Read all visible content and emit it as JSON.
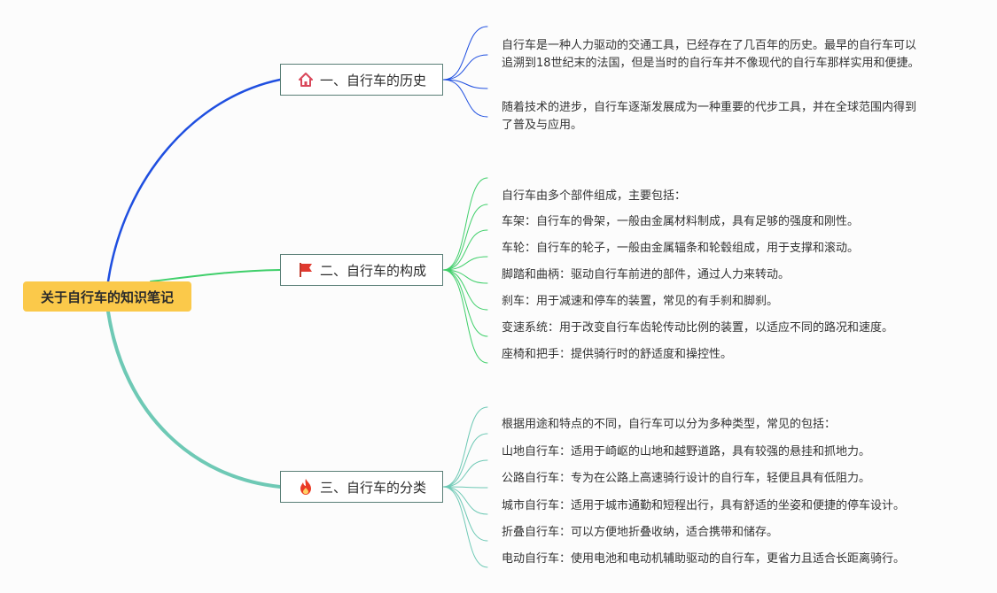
{
  "root": {
    "label": "关于自行车的知识笔记"
  },
  "branches": [
    {
      "label": "一、自行车的历史",
      "icon": "home-icon",
      "color": "#1f4fe0",
      "leaves": [
        "自行车是一种人力驱动的交通工具，已经存在了几百年的历史。最早的自行车可以追溯到18世纪末的法国，但是当时的自行车并不像现代的自行车那样实用和便捷。",
        "随着技术的进步，自行车逐渐发展成为一种重要的代步工具，并在全球范围内得到了普及与应用。"
      ]
    },
    {
      "label": "二、自行车的构成",
      "icon": "flag-icon",
      "color": "#3fcf6a",
      "leaves": [
        "自行车由多个部件组成，主要包括：",
        "车架：自行车的骨架，一般由金属材料制成，具有足够的强度和刚性。",
        "车轮：自行车的轮子，一般由金属辐条和轮毂组成，用于支撑和滚动。",
        "脚踏和曲柄：驱动自行车前进的部件，通过人力来转动。",
        "刹车：用于减速和停车的装置，常见的有手刹和脚刹。",
        "变速系统：用于改变自行车齿轮传动比例的装置，以适应不同的路况和速度。",
        "座椅和把手：提供骑行时的舒适度和操控性。"
      ]
    },
    {
      "label": "三、自行车的分类",
      "icon": "fire-icon",
      "color": "#6ec9b5",
      "leaves": [
        "根据用途和特点的不同，自行车可以分为多种类型，常见的包括：",
        "山地自行车：适用于崎岖的山地和越野道路，具有较强的悬挂和抓地力。",
        "公路自行车：专为在公路上高速骑行设计的自行车，轻便且具有低阻力。",
        "城市自行车：适用于城市通勤和短程出行，具有舒适的坐姿和便捷的停车设计。",
        "折叠自行车：可以方便地折叠收纳，适合携带和储存。",
        "电动自行车：使用电池和电动机辅助驱动的自行车，更省力且适合长距离骑行。"
      ]
    }
  ]
}
